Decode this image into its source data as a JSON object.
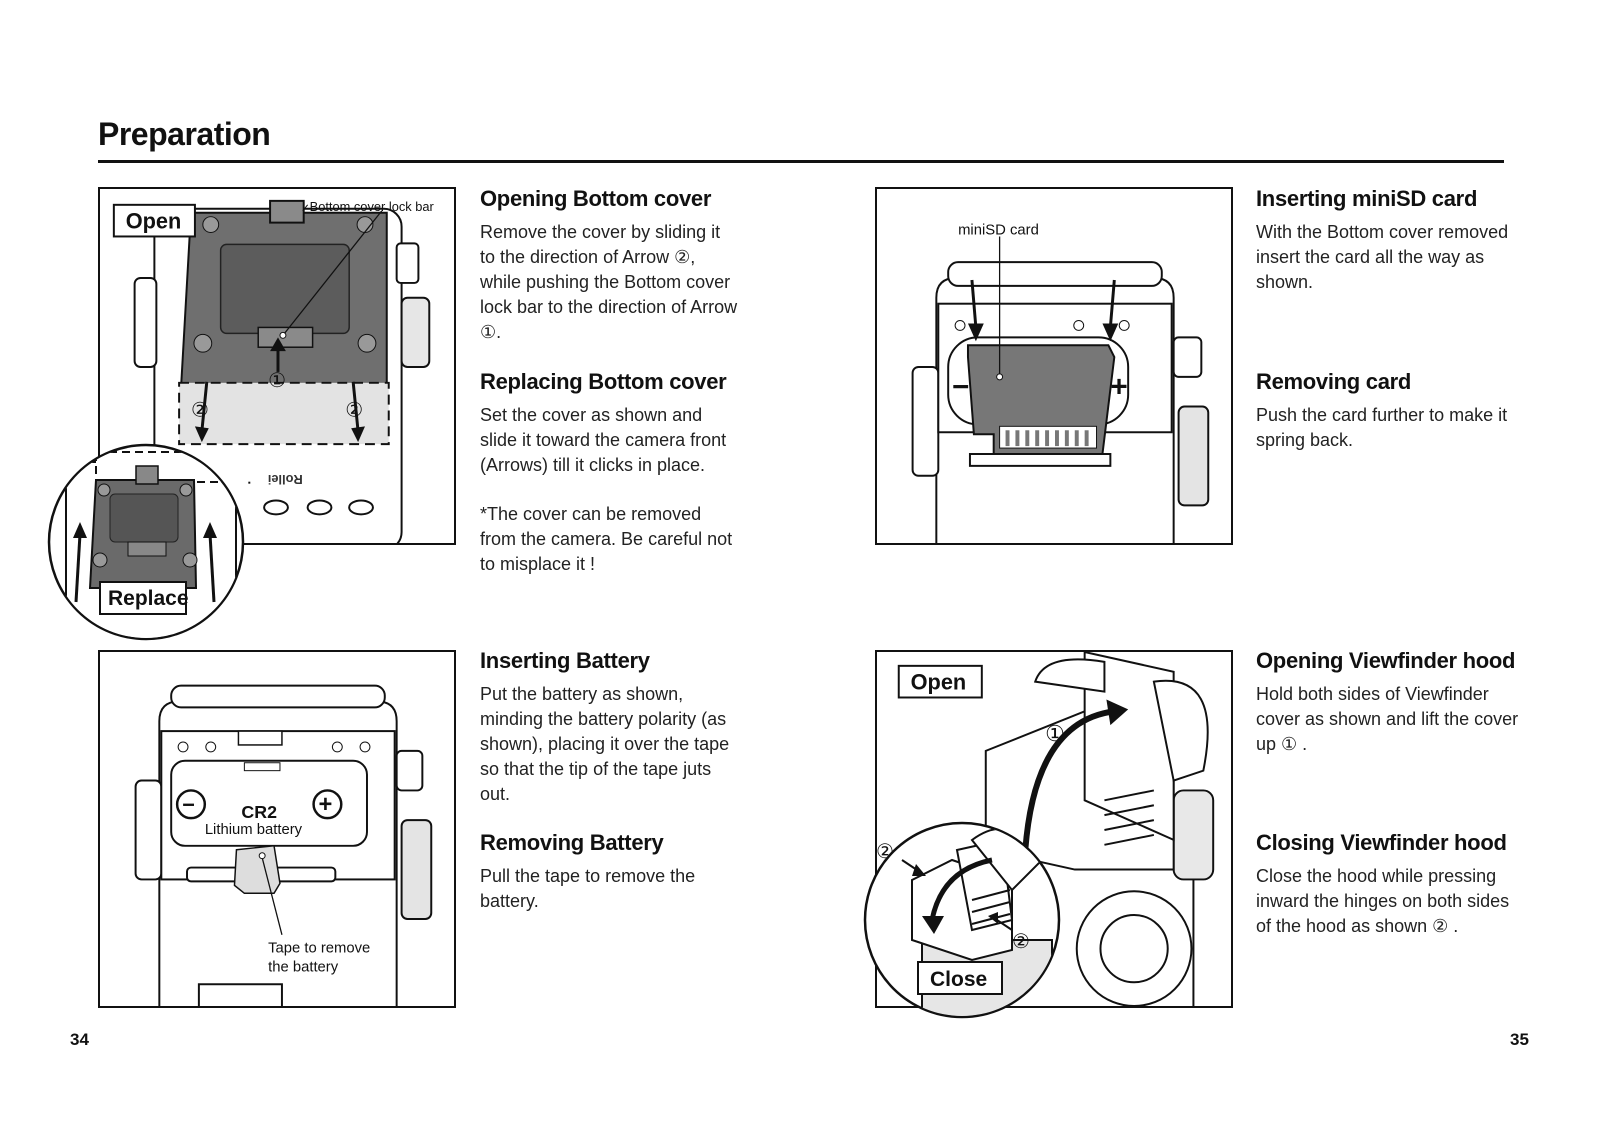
{
  "header": {
    "title": "Preparation"
  },
  "pages": {
    "left": "34",
    "right": "35"
  },
  "figures": {
    "bottom_cover": {
      "tag_open": "Open",
      "tag_replace": "Replace",
      "callout": "Bottom cover lock bar",
      "marker_1": "①",
      "marker_2": "②",
      "brand_text": "Rollei"
    },
    "minisd": {
      "callout": "miniSD card"
    },
    "battery": {
      "model": "CR2",
      "type": "Lithium battery",
      "callout_line1": "Tape to remove",
      "callout_line2": "the battery",
      "minus": "−",
      "plus": "+"
    },
    "viewfinder": {
      "tag_open": "Open",
      "tag_close": "Close",
      "marker_1": "①",
      "marker_2": "②"
    }
  },
  "sections": {
    "opening_bottom_cover": {
      "heading": "Opening Bottom cover",
      "body": "Remove the cover by sliding it to the direction of Arrow ②, while pushing the Bottom cover lock bar to the direction of Arrow ①."
    },
    "replacing_bottom_cover": {
      "heading": "Replacing Bottom cover",
      "body": "Set the cover as shown and slide it toward the camera front (Arrows) till it clicks in place.",
      "note": "*The cover can be removed from the camera. Be careful not to misplace it !"
    },
    "inserting_minisd": {
      "heading": "Inserting miniSD card",
      "body": "With the Bottom cover removed insert the card all the way as shown."
    },
    "removing_card": {
      "heading": "Removing card",
      "body": "Push the card further to make it spring back."
    },
    "inserting_battery": {
      "heading": "Inserting Battery",
      "body": "Put the battery as shown, minding the battery polarity (as shown), placing it over the tape so that the tip of the tape juts out."
    },
    "removing_battery": {
      "heading": "Removing Battery",
      "body": "Pull the tape to remove the battery."
    },
    "opening_viewfinder": {
      "heading": "Opening Viewfinder hood",
      "body": "Hold both sides of Viewfinder cover as shown and lift the cover up ① ."
    },
    "closing_viewfinder": {
      "heading": "Closing Viewfinder hood",
      "body": "Close the hood while pressing inward the hinges on both sides of the hood as shown ② ."
    }
  }
}
